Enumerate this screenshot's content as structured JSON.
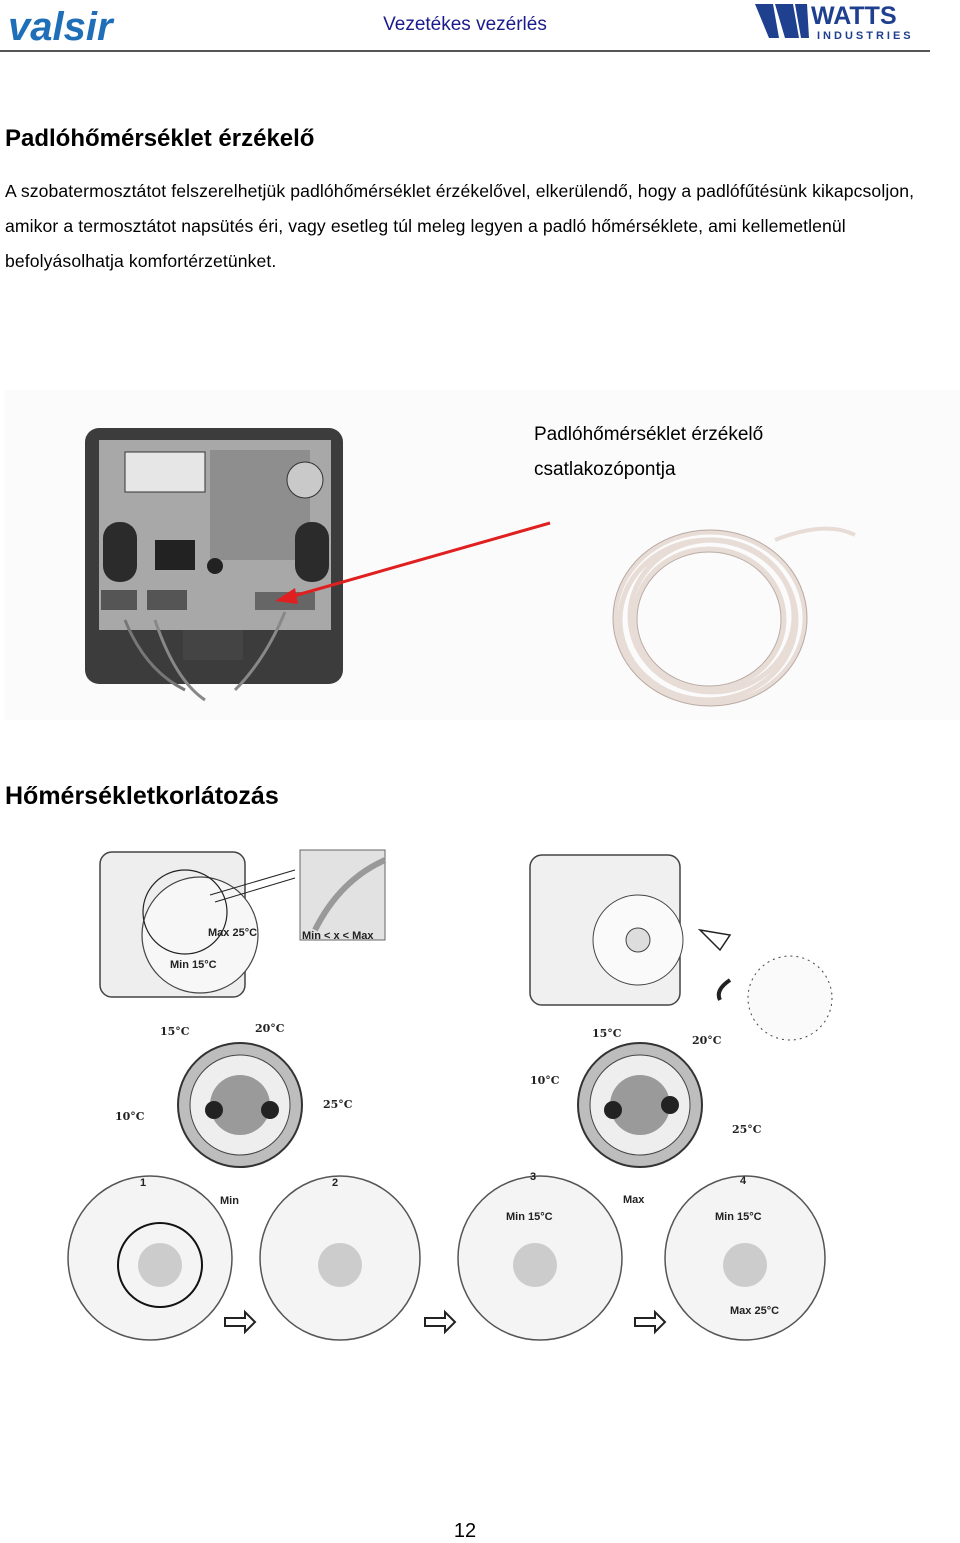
{
  "header": {
    "title": "Vezetékes vezérlés",
    "logo_left": "valsir",
    "logo_right_main": "WATTS",
    "logo_right_sub": "INDUSTRIES",
    "brand_color_valsir": "#1e6fb8",
    "brand_color_watts": "#1f3f8f"
  },
  "section1": {
    "heading": "Padlóhőmérséklet érzékelő",
    "paragraph": "A szobatermosztátot felszerelhetjük padlóhőmérséklet érzékelővel, elkerülendő, hogy a padlófűtésünk kikapcsoljon, amikor a termosztátot napsütés éri, vagy esetleg túl meleg legyen a padló hőmérséklete, ami kellemetlenül befolyásolhatja komfortérzetünket.",
    "figure_label_line1": "Padlóhőmérséklet érzékelő",
    "figure_label_line2": "csatlakozópontja"
  },
  "section2": {
    "heading": "Hőmérsékletkorlátozás",
    "labels": {
      "max25": "Max 25°C",
      "min15": "Min 15°C",
      "range": "Min < x < Max",
      "t15": "15°C",
      "t20": "20°C",
      "t25": "25°C",
      "t10": "10°C",
      "step1": "1",
      "step2": "2",
      "step3": "3",
      "step4": "4",
      "min": "Min",
      "max": "Max",
      "min15_box": "Min 15°C",
      "max25_box": "Max 25°C"
    }
  },
  "page_number": "12"
}
